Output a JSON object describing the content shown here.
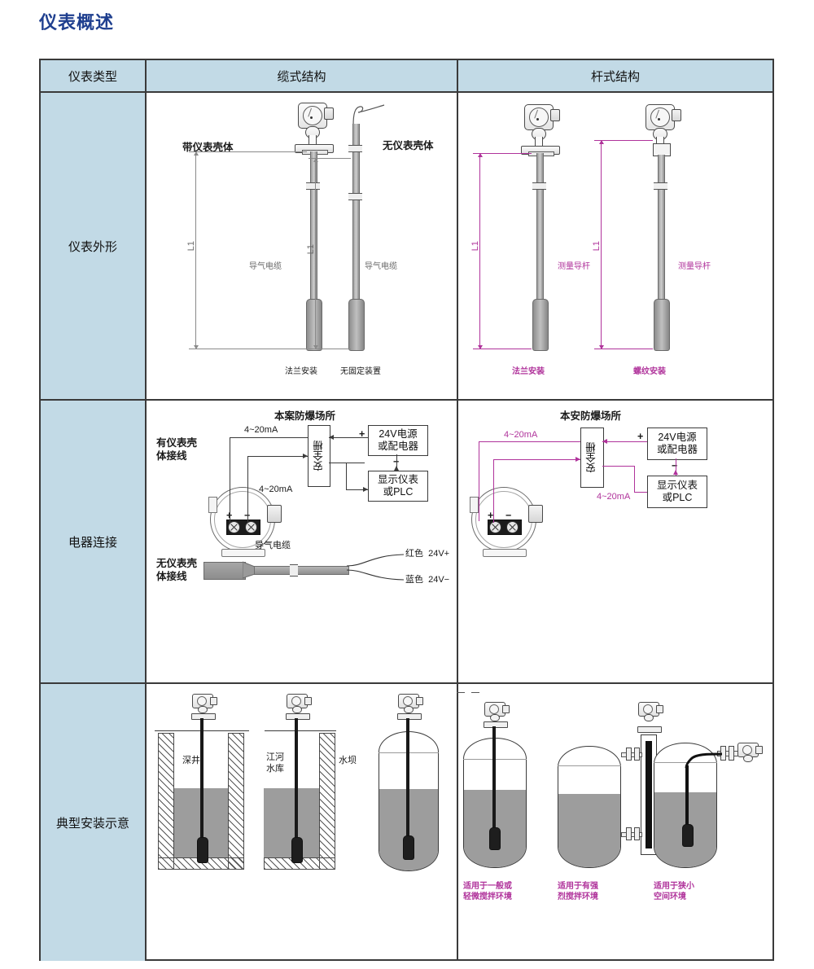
{
  "page": {
    "title": "仪表概述"
  },
  "table": {
    "header": {
      "col_type": "仪表类型",
      "col_cable": "缆式结构",
      "col_rod": "杆式结构"
    },
    "rows": [
      {
        "label": "仪表外形",
        "cable": {
          "fig1_title": "带仪表壳体",
          "fig1_part": "导气电缆",
          "fig1_dim": "L1",
          "fig1_caption": "法兰安装",
          "fig2_title": "无仪表壳体",
          "fig2_part": "导气电缆",
          "fig2_dim": "L1",
          "fig2_caption": "无固定装置"
        },
        "rod": {
          "fig1_part": "测量导杆",
          "fig1_dim": "L1",
          "fig1_caption": "法兰安装",
          "fig2_part": "测量导杆",
          "fig2_dim": "L1",
          "fig2_caption": "螺纹安装"
        }
      },
      {
        "label": "电器连接",
        "cable": {
          "zone_title": "本案防爆场所",
          "wiring_label_top": "有仪表壳\n体接线",
          "wiring_label_bottom": "无仪表壳\n体接线",
          "current_top": "4~20mA",
          "current_bottom": "4~20mA",
          "barrier": "安全栅",
          "supply": "24V电源\n或配电器",
          "display": "显示仪表\n或PLC",
          "plus": "+",
          "minus": "−",
          "term_plus": "+",
          "term_minus": "−",
          "cable_name": "导气电缆",
          "wire_red": "红色  24V+",
          "wire_blue": "蓝色  24V−"
        },
        "rod": {
          "zone_title": "本安防爆场所",
          "current_top": "4~20mA",
          "current_bottom": "4~20mA",
          "barrier": "安全栅",
          "supply": "24V电源\n或配电器",
          "display": "显示仪表\n或PLC",
          "plus": "+",
          "minus": "−",
          "term_plus": "+",
          "term_minus": "−"
        }
      },
      {
        "label": "典型安装示意",
        "cable": {
          "fig1_label": "深井",
          "fig2_label": "江河\n水库",
          "fig3_label": "水坝"
        },
        "rod": {
          "fig1_caption": "适用于一般或\n轻微搅拌环境",
          "fig2_caption": "适用于有强\n烈搅拌环境",
          "fig3_caption": "适用于狭小\n空间环境"
        }
      }
    ]
  },
  "colors": {
    "title": "#1f3f8f",
    "header_bg": "#c2dae6",
    "accent_magenta": "#b0339b",
    "liquid_gray": "#9d9d9d",
    "border": "#3a3a3a"
  }
}
